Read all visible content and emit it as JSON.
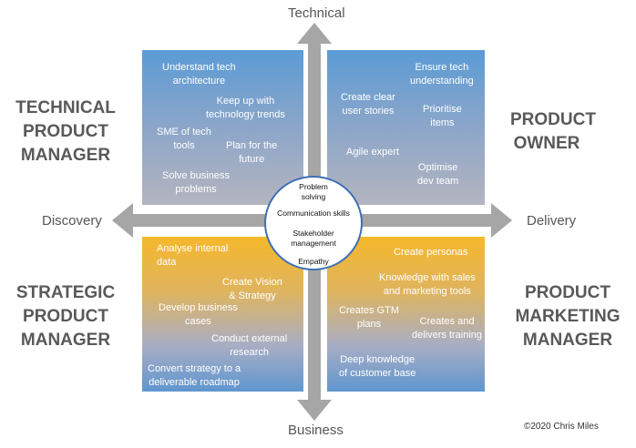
{
  "axes": {
    "top": "Technical",
    "bottom": "Business",
    "left": "Discovery",
    "right": "Delivery"
  },
  "roles": {
    "technical_pm": [
      "TECHNICAL",
      "PRODUCT",
      "MANAGER"
    ],
    "product_owner": [
      "PRODUCT",
      "OWNER"
    ],
    "strategic_pm": [
      "STRATEGIC",
      "PRODUCT",
      "MANAGER"
    ],
    "product_marketing": [
      "PRODUCT",
      "MARKETING",
      "MANAGER"
    ]
  },
  "quadrants": {
    "top_left": [
      "Understand tech\narchitecture",
      "Keep up with\ntechnology trends",
      "SME of tech\ntools",
      "Plan for the\nfuture",
      "Solve business\nproblems"
    ],
    "top_right": [
      "Ensure tech\nunderstanding",
      "Create clear\nuser stories",
      "Prioritise\nitems",
      "Agile expert",
      "Optimise\ndev team"
    ],
    "bottom_left": [
      "Analyse internal\ndata",
      "Create Vision\n& Strategy",
      "Develop business\ncases",
      "Conduct external\nresearch",
      "Convert strategy to a\ndeliverable roadmap"
    ],
    "bottom_right": [
      "Create personas",
      "Knowledge with sales\nand marketing tools",
      "Creates GTM\nplans",
      "Creates and\ndelivers training",
      "Deep knowledge\nof customer base"
    ]
  },
  "center": {
    "items": [
      "Problem\nsolving",
      "Communication skills",
      "Stakeholder\nmanagement",
      "Empathy"
    ]
  },
  "colors": {
    "blue": "#5b9bd5",
    "orange": "#f5b82b",
    "arrow": "#a6a6a6",
    "circle_border": "#3f6fb5"
  },
  "copyright": "©2020 Chris Miles"
}
